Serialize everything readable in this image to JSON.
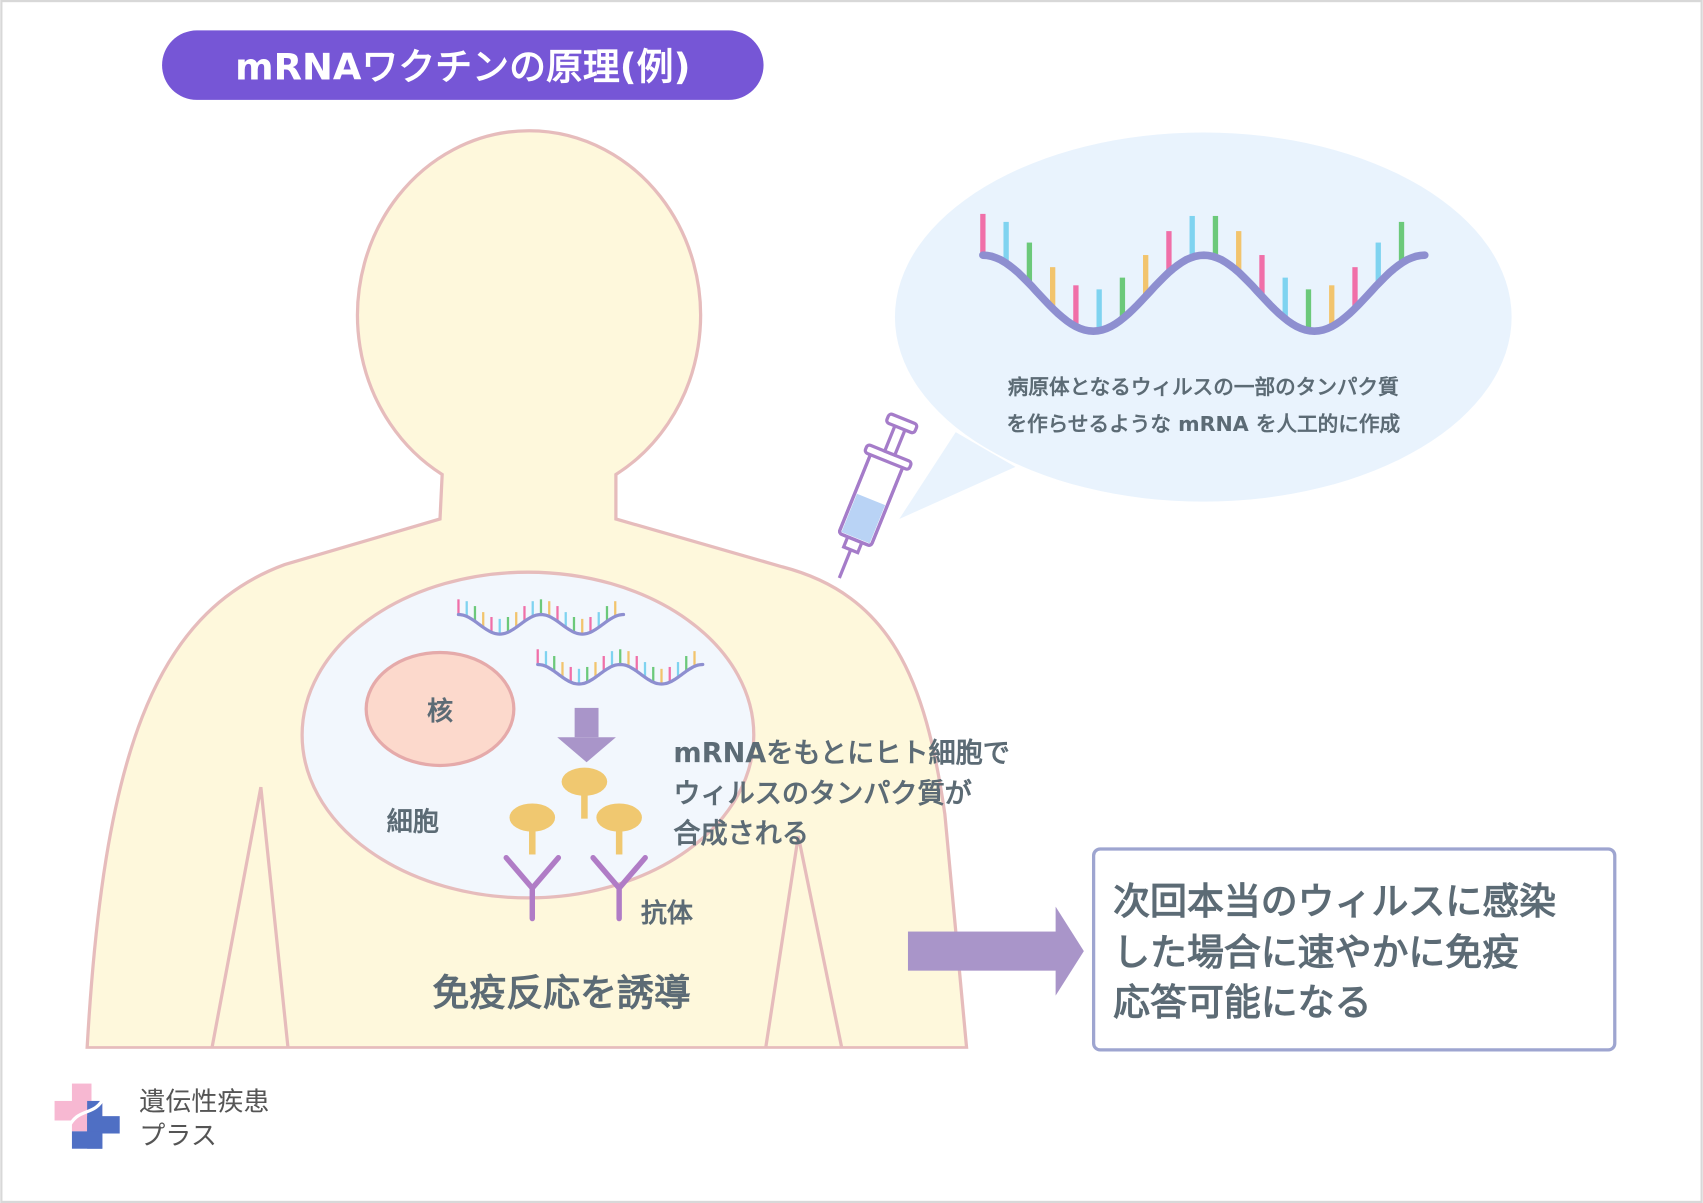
{
  "title": "mRNAワクチンの原理(例)",
  "bubble": {
    "line1": "病原体となるウィルスの一部のタンパク質",
    "line2": "を作らせるような mRNA を人工的に作成"
  },
  "cell": {
    "nucleus_label": "核",
    "cell_label": "細胞",
    "synthesis_lines": [
      "mRNAをもとにヒト細胞で",
      "ウィルスのタンパク質が",
      "合成される"
    ],
    "antibody_label": "抗体"
  },
  "induce_label": "免疫反応を誘導",
  "result_box": {
    "lines": [
      "次回本当のウィルスに感染",
      "した場合に速やかに免疫",
      "応答可能になる"
    ]
  },
  "logo": {
    "line1": "遺伝性疾患",
    "line2": "プラス"
  },
  "colors": {
    "title_bg": "#7656d6",
    "body_fill": "#fef8dc",
    "body_stroke": "#e6bcbc",
    "text": "#5c6b75",
    "arrow": "#a995c9",
    "antibody": "#b07cc6",
    "protein": "#f0c870"
  },
  "dna_rung_colors": [
    "#f06fa8",
    "#7fd3f0",
    "#6cc97a",
    "#f2c46d"
  ]
}
